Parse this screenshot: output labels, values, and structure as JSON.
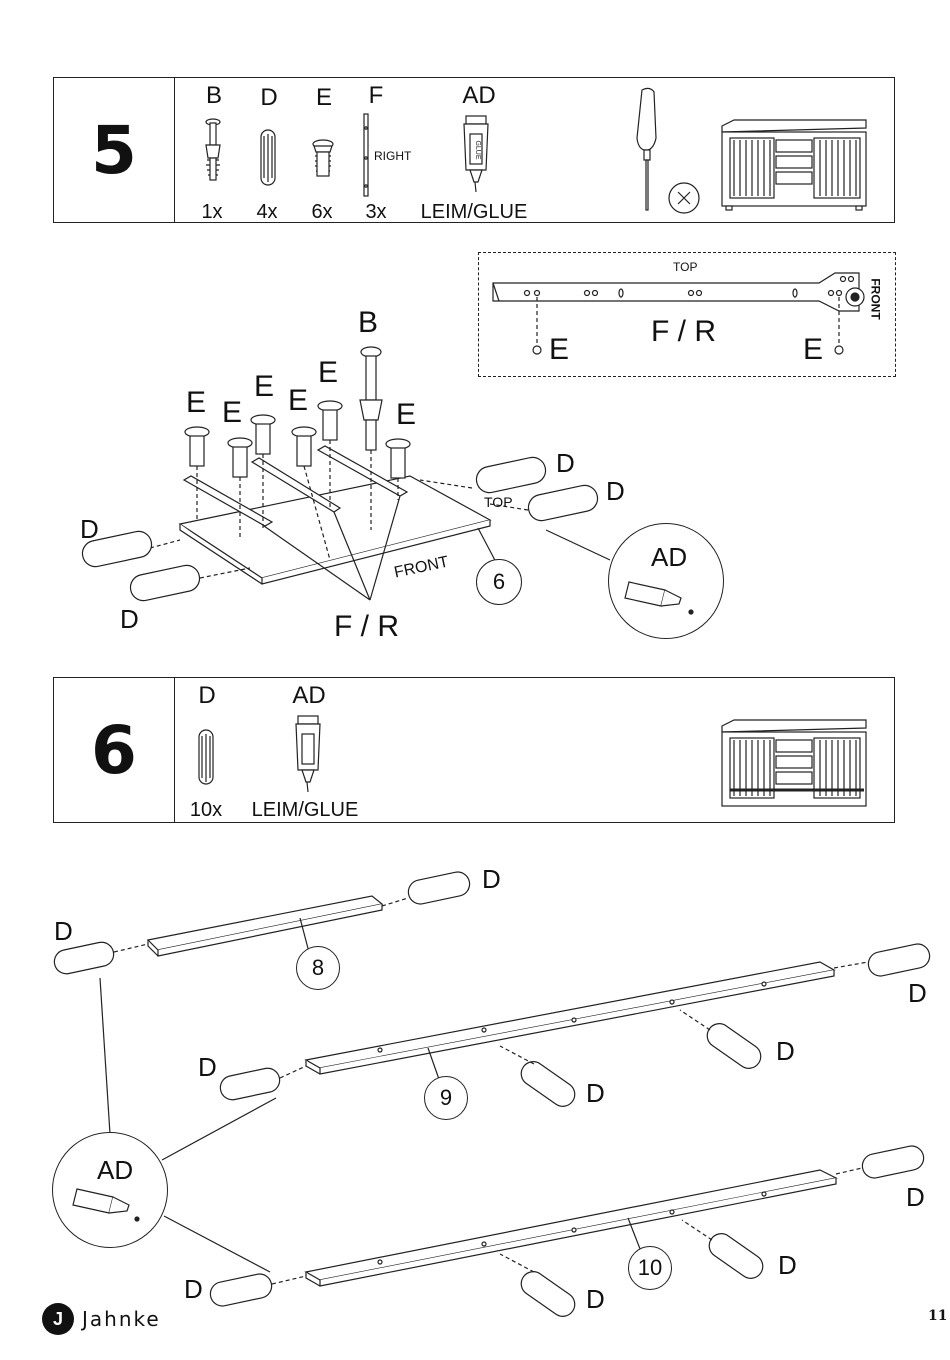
{
  "step5": {
    "number": "5",
    "parts": [
      {
        "label": "B",
        "qty": "1x"
      },
      {
        "label": "D",
        "qty": "4x"
      },
      {
        "label": "E",
        "qty": "6x"
      },
      {
        "label": "F",
        "qty": "3x"
      },
      {
        "label": "AD",
        "qty": "LEIM/GLUE"
      }
    ],
    "right_label": "RIGHT",
    "tools": [
      "screwdriver-icon",
      "phillips-bit-icon"
    ]
  },
  "inset": {
    "top_label": "TOP",
    "front_label": "FRONT",
    "rail_label": "F / R",
    "left_screw": "E",
    "right_screw": "E"
  },
  "step5_diagram": {
    "b_label": "B",
    "e_labels": [
      "E",
      "E",
      "E",
      "E",
      "E",
      "E"
    ],
    "d_labels": [
      "D",
      "D",
      "D",
      "D"
    ],
    "top_label": "TOP",
    "front_label": "FRONT",
    "rail_label": "F / R",
    "panel_number": "6",
    "glue_label": "AD"
  },
  "step6": {
    "number": "6",
    "parts": [
      {
        "label": "D",
        "qty": "10x"
      },
      {
        "label": "AD",
        "qty": "LEIM/GLUE"
      }
    ]
  },
  "step6_diagram": {
    "d_labels": [
      "D",
      "D",
      "D",
      "D",
      "D",
      "D",
      "D",
      "D",
      "D",
      "D"
    ],
    "panel_numbers": [
      "8",
      "9",
      "10"
    ],
    "glue_label": "AD"
  },
  "footer": {
    "brand": "Jahnke",
    "page": "11"
  }
}
